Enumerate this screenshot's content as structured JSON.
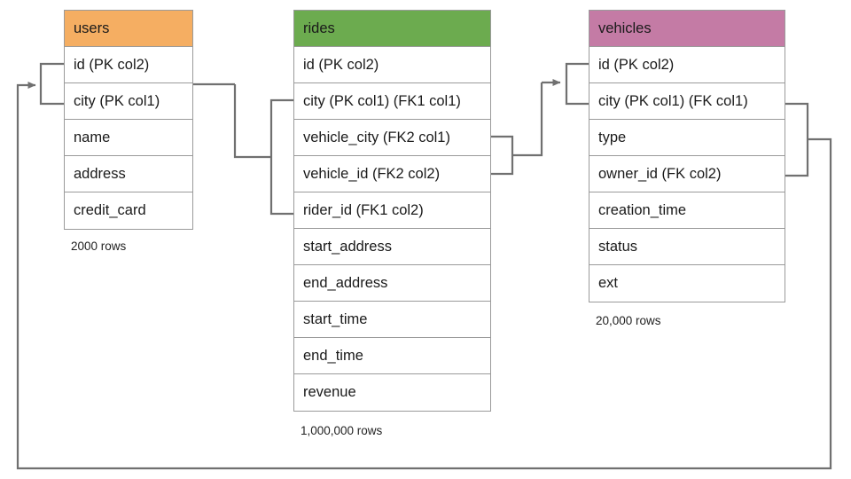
{
  "diagram": {
    "type": "entity-relationship-diagram",
    "colors": {
      "users_header": "#f5ae62",
      "rides_header": "#6cab4f",
      "vehicles_header": "#c47ba5",
      "table_border": "#9a9a9a",
      "connector": "#707070",
      "text": "#1a1a1a"
    }
  },
  "tables": [
    {
      "id": "users",
      "title": "users",
      "header_color": "#f5ae62",
      "row_count_label": "2000 rows",
      "columns": [
        "id (PK col2)",
        "city (PK col1)",
        "name",
        "address",
        "credit_card"
      ]
    },
    {
      "id": "rides",
      "title": "rides",
      "header_color": "#6cab4f",
      "row_count_label": "1,000,000 rows",
      "columns": [
        "id (PK col2)",
        "city (PK col1) (FK1 col1)",
        "vehicle_city (FK2 col1)",
        "vehicle_id (FK2 col2)",
        "rider_id (FK1 col2)",
        "start_address",
        "end_address",
        "start_time",
        "end_time",
        "revenue"
      ]
    },
    {
      "id": "vehicles",
      "title": "vehicles",
      "header_color": "#c47ba5",
      "row_count_label": "20,000 rows",
      "columns": [
        "id (PK col2)",
        "city (PK col1) (FK col1)",
        "type",
        "owner_id (FK col2)",
        "creation_time",
        "status",
        "ext"
      ]
    }
  ],
  "relationships": [
    {
      "name": "rides-FK1-to-users",
      "from_table": "rides",
      "from_columns": [
        "city (PK col1) (FK1 col1)",
        "rider_id (FK1 col2)"
      ],
      "to_table": "users",
      "to_columns": [
        "id (PK col2)",
        "city (PK col1)"
      ],
      "arrow_at": "users"
    },
    {
      "name": "rides-FK2-to-vehicles",
      "from_table": "rides",
      "from_columns": [
        "vehicle_city (FK2 col1)",
        "vehicle_id (FK2 col2)"
      ],
      "to_table": "vehicles",
      "to_columns": [
        "id (PK col2)",
        "city (PK col1) (FK col1)"
      ],
      "arrow_at": "vehicles"
    },
    {
      "name": "vehicles-FK-to-users",
      "from_table": "vehicles",
      "from_columns": [
        "city (PK col1) (FK col1)",
        "owner_id (FK col2)"
      ],
      "to_table": "users",
      "to_columns": [
        "id (PK col2)",
        "city (PK col1)"
      ],
      "arrow_at": "users"
    }
  ]
}
